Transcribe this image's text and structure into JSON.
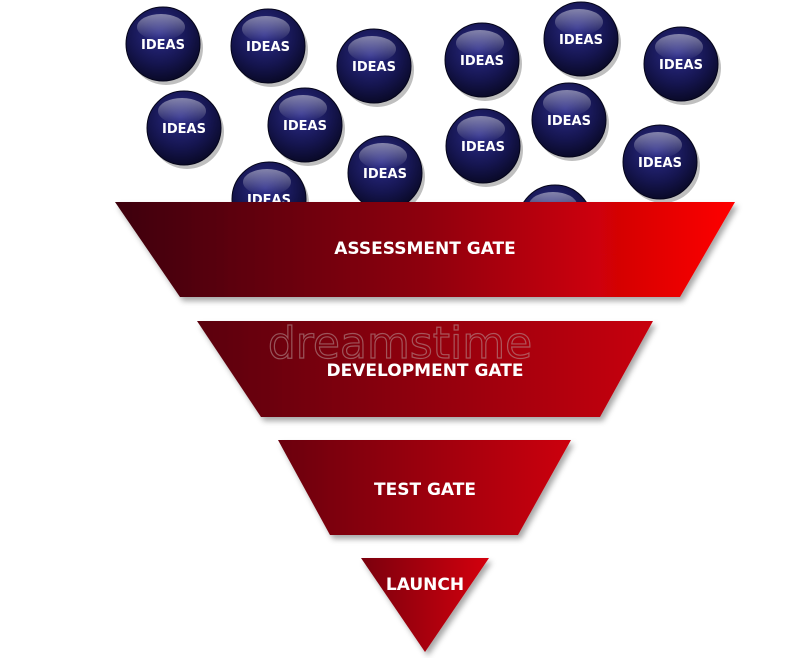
{
  "balls": [
    {
      "label": "IDEAS"
    },
    {
      "label": "IDEAS"
    },
    {
      "label": "IDEAS"
    },
    {
      "label": "IDEAS"
    },
    {
      "label": "IDEAS"
    },
    {
      "label": "IDEAS"
    },
    {
      "label": "IDEAS"
    },
    {
      "label": "IDEAS"
    },
    {
      "label": "IDEAS"
    },
    {
      "label": "IDEAS"
    },
    {
      "label": "IDEAS"
    },
    {
      "label": "IDEAS"
    },
    {
      "label": "IDEAS"
    },
    {
      "label": ""
    }
  ],
  "gates": [
    {
      "label": "ASSESSMENT GATE"
    },
    {
      "label": "DEVELOPMENT GATE"
    },
    {
      "label": "TEST GATE"
    },
    {
      "label": "LAUNCH"
    }
  ],
  "watermark": "dreamstime",
  "colors": {
    "ball_dark": "#0a0a2e",
    "ball_mid": "#1f1f6e",
    "gate_dark": "#3a0006",
    "gate_bright": "#ff0000"
  }
}
